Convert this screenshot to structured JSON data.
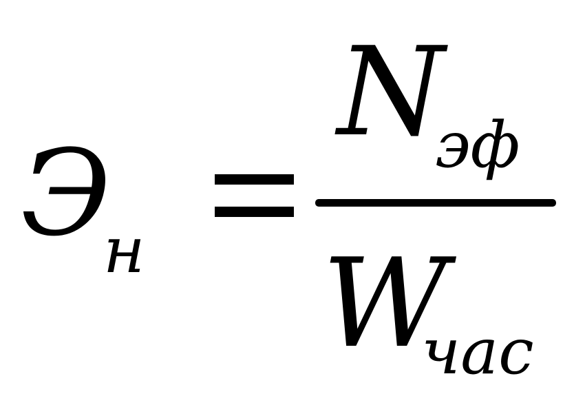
{
  "formula": {
    "lhs": {
      "symbol": "Э",
      "subscript": "н"
    },
    "relation": "=",
    "numerator": {
      "symbol": "N",
      "subscript": "эф"
    },
    "denominator": {
      "symbol": "W",
      "subscript": "час"
    }
  }
}
